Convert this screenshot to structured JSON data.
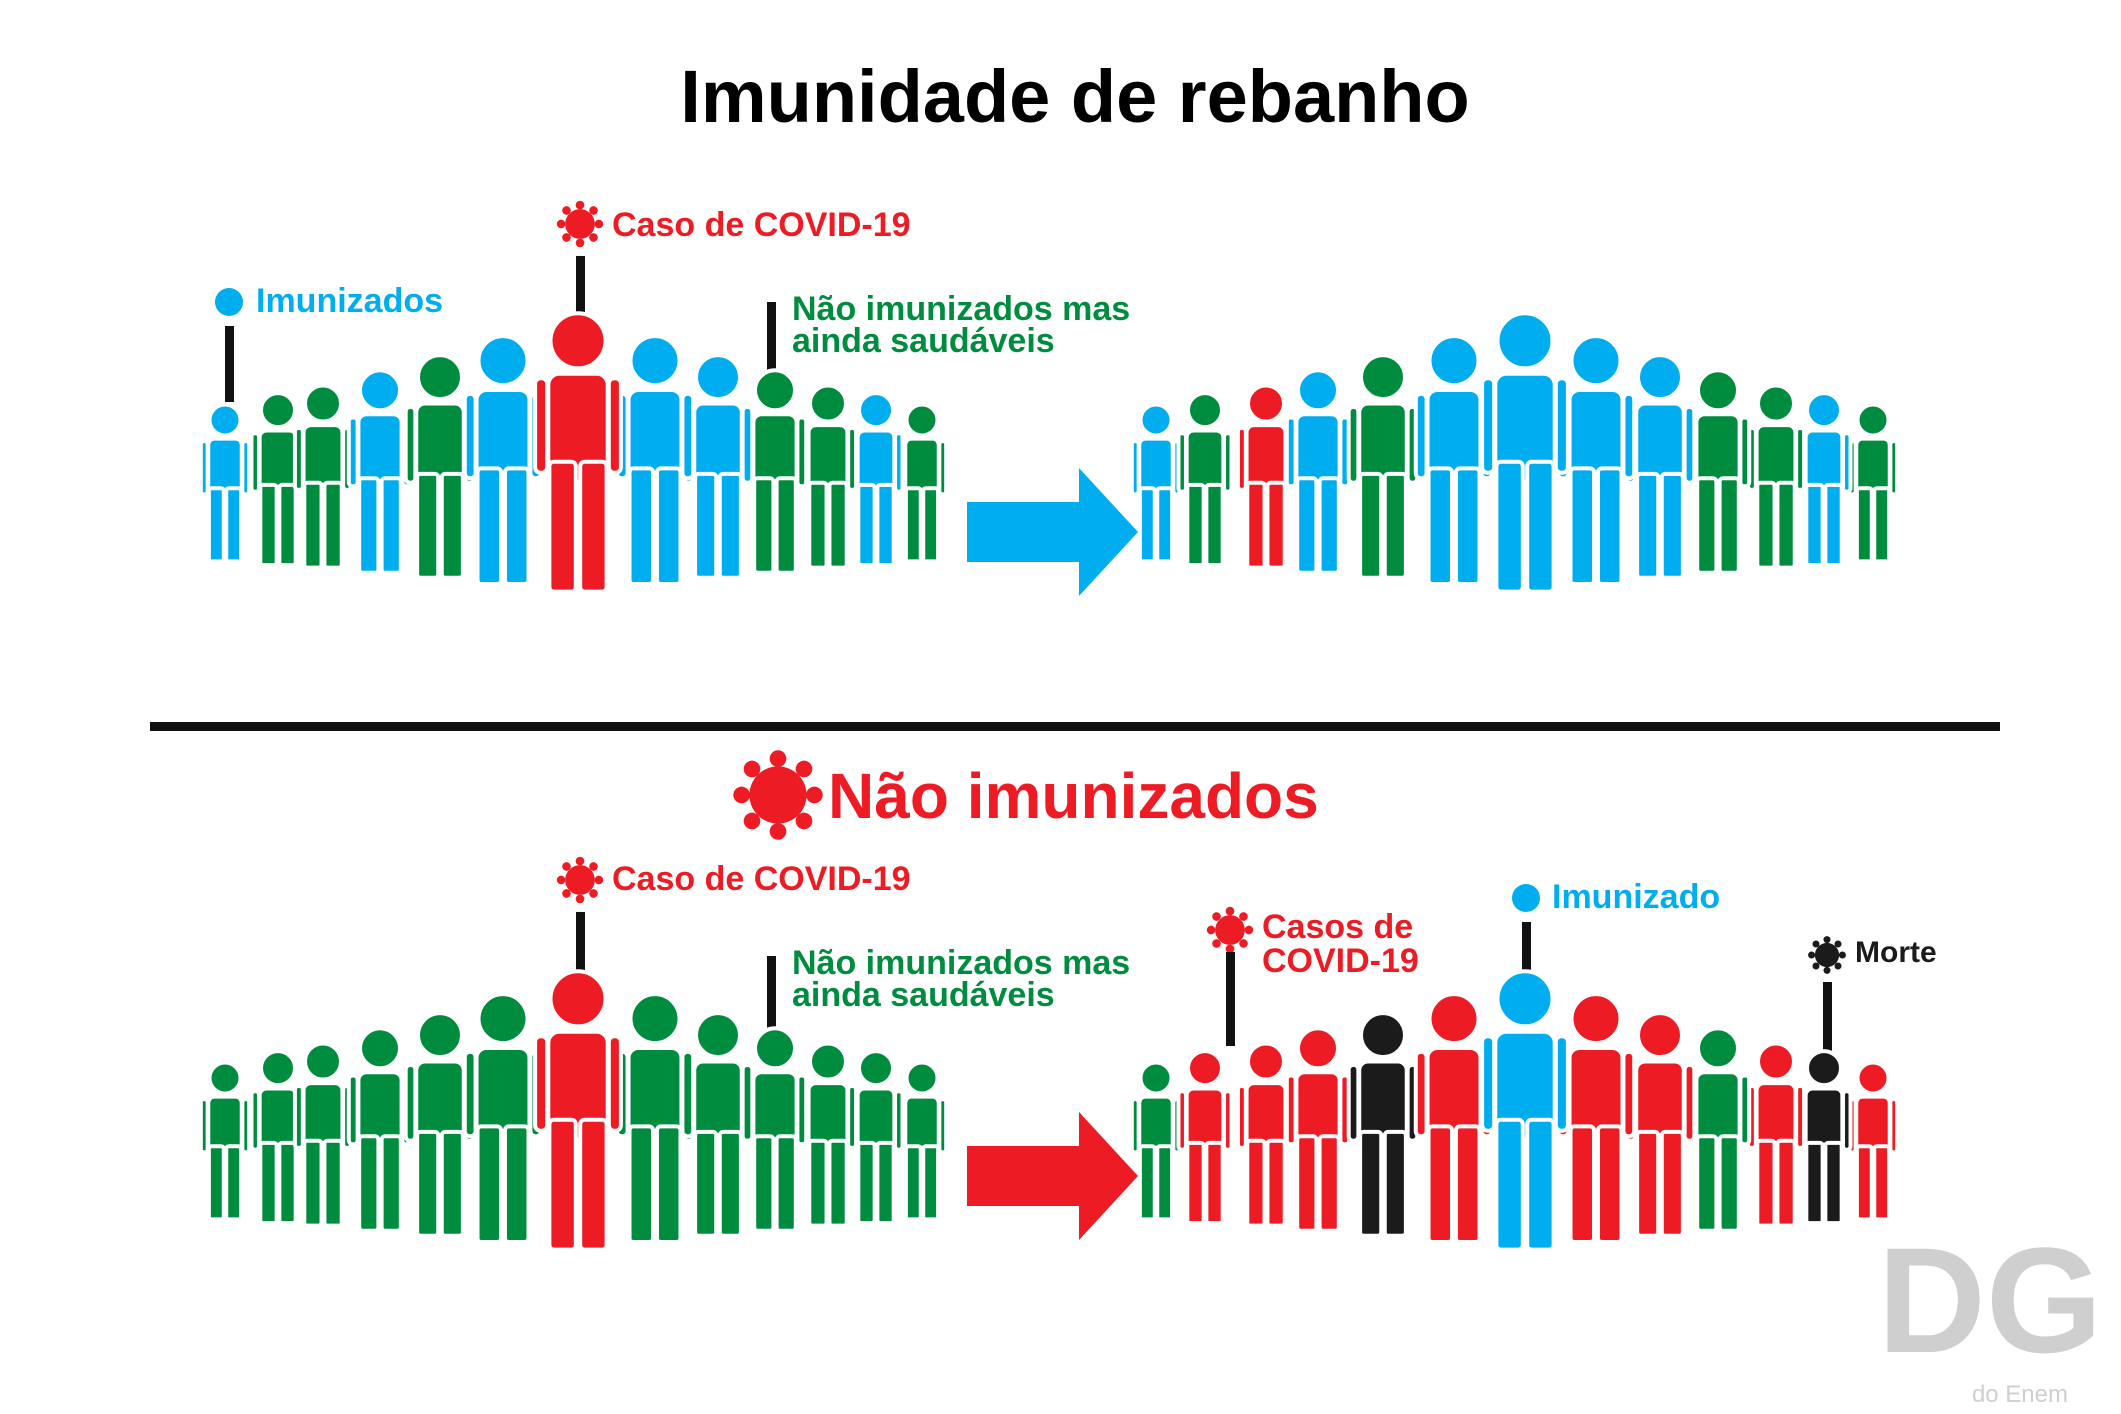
{
  "title": "Imunidade de rebanho",
  "colors": {
    "immune": "#00aeef",
    "healthy": "#008c3f",
    "covid": "#ed1c24",
    "death": "#1b1b1b",
    "divider": "#111111",
    "logo": "#cfcfcf"
  },
  "section1": {
    "label_covid": "Caso de COVID-19",
    "label_immune": "Imunizados",
    "label_healthy_line1": "Não imunizados mas",
    "label_healthy_line2": "ainda saudáveis",
    "arrow_color": "#00aeef",
    "before_crowd": [
      "immune",
      "healthy",
      "healthy",
      "immune",
      "healthy",
      "immune",
      "covid",
      "immune",
      "immune",
      "healthy",
      "healthy",
      "immune",
      "healthy"
    ],
    "after_crowd": [
      "immune",
      "healthy",
      "covid",
      "immune",
      "healthy",
      "immune",
      "immune",
      "immune",
      "immune",
      "healthy",
      "healthy",
      "immune",
      "healthy"
    ]
  },
  "section2": {
    "title": "Não imunizados",
    "label_covid": "Caso de COVID-19",
    "label_healthy_line1": "Não imunizados mas",
    "label_healthy_line2": "ainda saudáveis",
    "label_cases_line1": "Casos de",
    "label_cases_line2": "COVID-19",
    "label_immune": "Imunizado",
    "label_death": "Morte",
    "arrow_color": "#ed1c24",
    "before_crowd": [
      "healthy",
      "healthy",
      "healthy",
      "healthy",
      "healthy",
      "healthy",
      "covid",
      "healthy",
      "healthy",
      "healthy",
      "healthy",
      "healthy",
      "healthy"
    ],
    "after_crowd": [
      "healthy",
      "covid",
      "covid",
      "covid",
      "death",
      "covid",
      "immune",
      "covid",
      "covid",
      "healthy",
      "covid",
      "death",
      "covid"
    ]
  },
  "logo": {
    "mark": "DG",
    "caption": "do Enem"
  }
}
